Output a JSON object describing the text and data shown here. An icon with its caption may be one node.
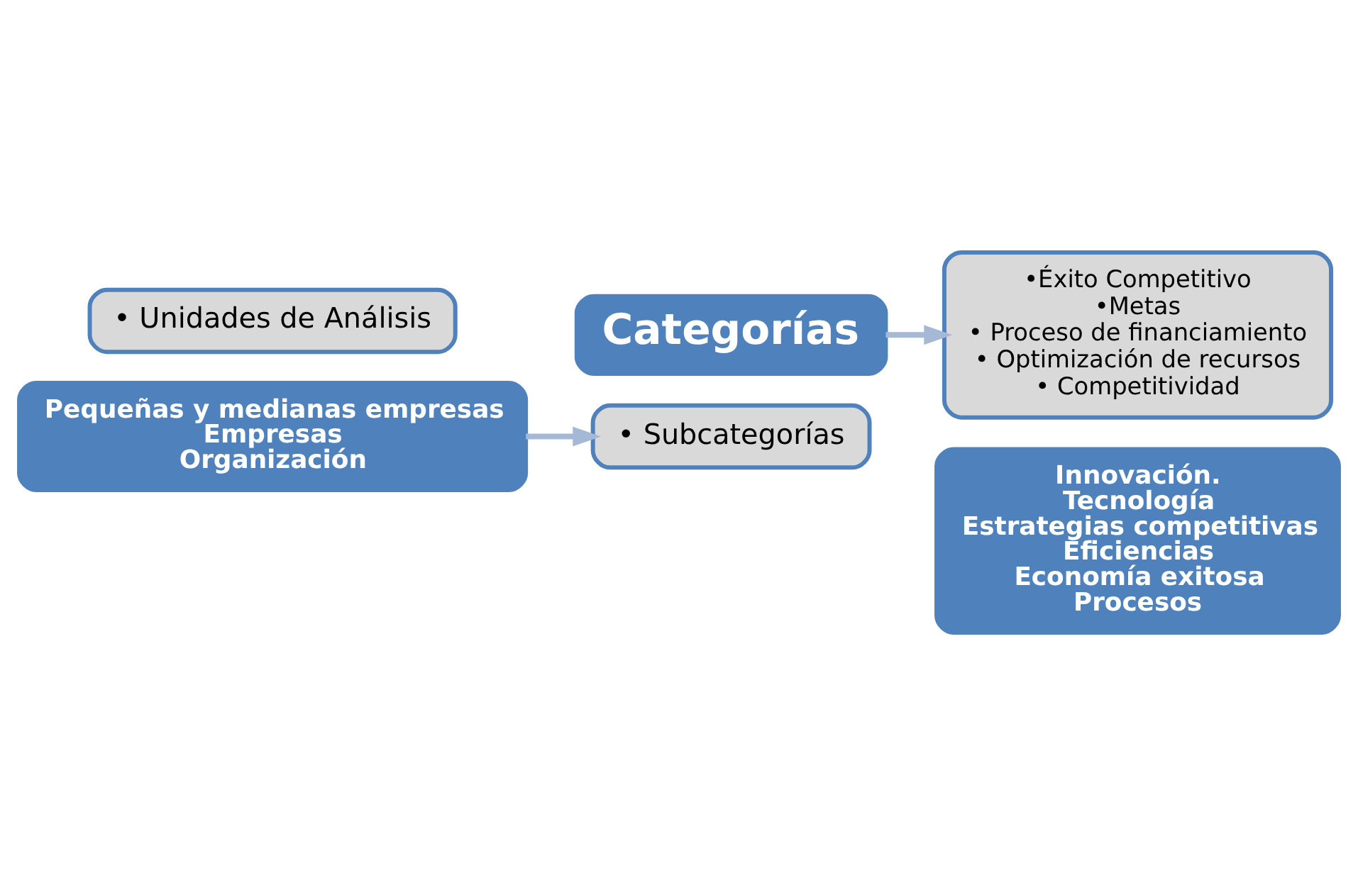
{
  "diagram": {
    "nodes": [
      {
        "text": [
          "• Unidades de Análisis"
        ]
      },
      {
        "text": [
          "Pequeñas y medianas empresas",
          "Empresas",
          "Organización"
        ]
      },
      {
        "text": [
          "Categorías"
        ]
      },
      {
        "text": [
          "• Subcategorías"
        ]
      },
      {
        "text": [
          "•Éxito Competitivo",
          "•Metas",
          "• Proceso de financiamiento",
          "• Optimización de recursos",
          "• Competitividad"
        ]
      },
      {
        "text": [
          "Innovación.",
          "Tecnología",
          "Estrategias competitivas",
          "Eficiencias",
          "Economía exitosa",
          "Procesos"
        ]
      }
    ],
    "edges": [
      {
        "from": 1,
        "to": 3,
        "arrow": "to"
      },
      {
        "from": 2,
        "to": 4,
        "arrow": "to"
      }
    ]
  }
}
